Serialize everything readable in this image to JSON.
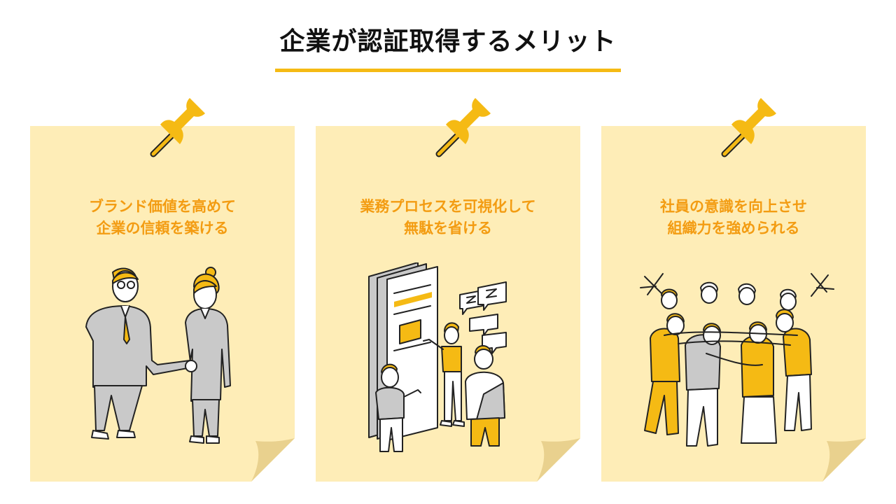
{
  "title": "企業が認証取得するメリット",
  "colors": {
    "accent": "#F5BA14",
    "note_bg": "#FEEDB7",
    "note_fold": "#E9D18E",
    "caption": "#F39C12",
    "figure_gray": "#C9C9C9",
    "figure_yellow": "#F5BA14",
    "line": "#222222"
  },
  "cards": [
    {
      "lines": [
        "ブランド価値を高めて",
        "企業の信頼を築ける"
      ],
      "pin_icon": "push-pin-icon",
      "illustration": "handshake-illustration"
    },
    {
      "lines": [
        "業務プロセスを可視化して",
        "無駄を省ける"
      ],
      "pin_icon": "push-pin-icon",
      "illustration": "business-process-illustration"
    },
    {
      "lines": [
        "社員の意識を向上させ",
        "組織力を強められる"
      ],
      "pin_icon": "push-pin-icon",
      "illustration": "team-huddle-illustration"
    }
  ]
}
